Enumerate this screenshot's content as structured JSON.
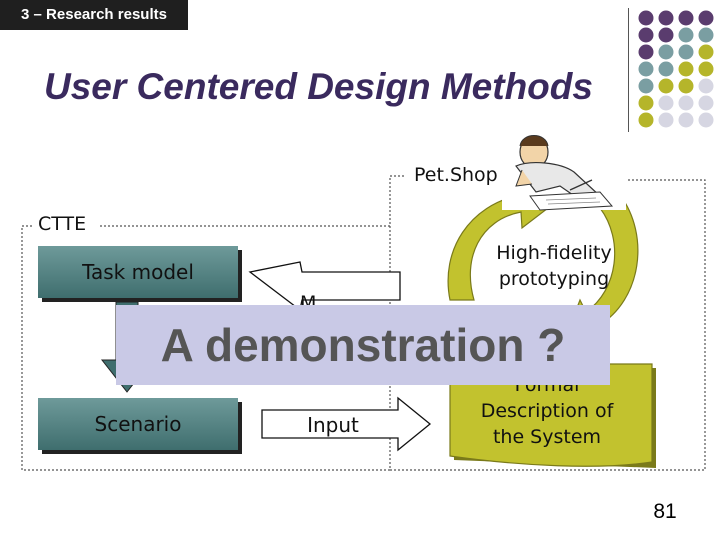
{
  "section_tag": "3 – Research results",
  "title": "User Centered Design Methods",
  "diagram": {
    "petshop_label": "Pet.Shop",
    "ctte_label": "CTTE",
    "task_model_label": "Task model",
    "scenario_label": "Scenario",
    "input_label": "Input",
    "model_partial_label": "M",
    "high_fidelity_label": [
      "High-fidelity",
      "prototyping"
    ],
    "formal_description_label": [
      "Formal",
      "Description of",
      "the System"
    ]
  },
  "overlay_text": "A demonstration ?",
  "page_number": "81",
  "colors": {
    "title": "#3a2a5e",
    "box_fill": "#4f8080",
    "olive": "#b5b52a",
    "olive_fill": "#c2c22e",
    "overlay": "#c9c9e6",
    "dot_purple": "#5a3c6e",
    "dot_teal": "#7a9ea2",
    "dot_olive": "#b5b52a",
    "dot_light": "#d6d6e2"
  },
  "icons": {
    "decoration": "dot-grid",
    "person": "thinking-person-icon"
  }
}
